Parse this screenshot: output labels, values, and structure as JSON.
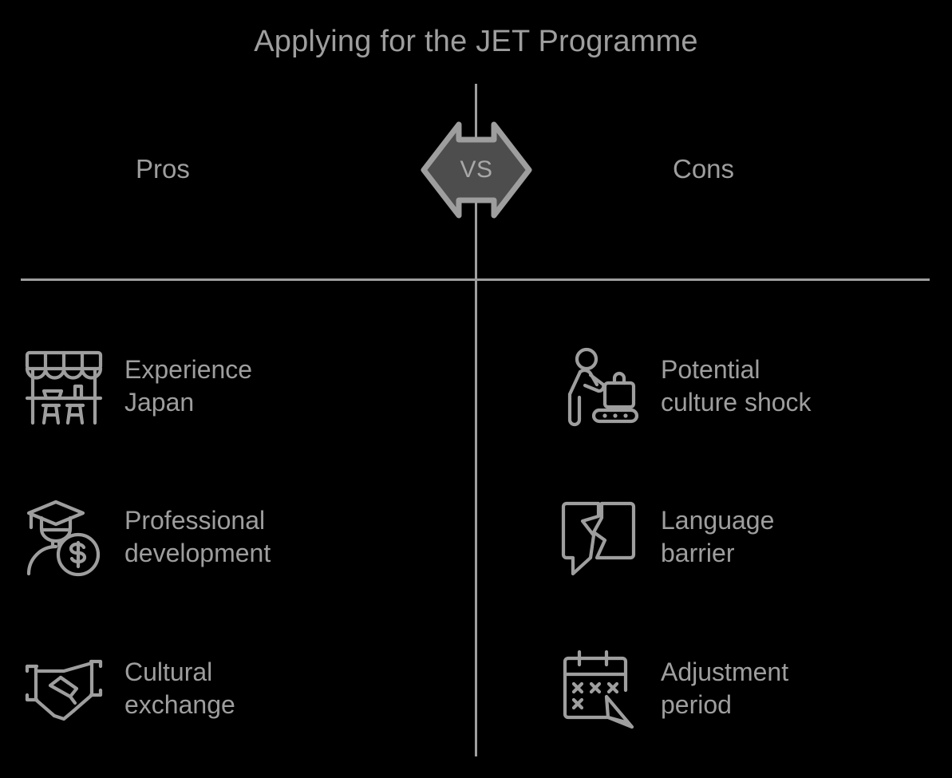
{
  "title": "Applying for the JET Programme",
  "center": {
    "vs_label": "VS",
    "badge_fill": "#4d4d4d",
    "badge_stroke": "#9e9e9e"
  },
  "colors": {
    "background": "#000000",
    "foreground": "#9e9e9e",
    "accent": "#4d4d4d"
  },
  "columns": [
    {
      "id": "pros",
      "heading": "Pros",
      "items": [
        {
          "icon": "market-stall-icon",
          "label": "Experience\nJapan"
        },
        {
          "icon": "graduate-with-coin-icon",
          "label": "Professional\ndevelopment"
        },
        {
          "icon": "handshake-icon",
          "label": "Cultural\nexchange"
        }
      ]
    },
    {
      "id": "cons",
      "heading": "Cons",
      "items": [
        {
          "icon": "traveler-baggage-belt-icon",
          "label": "Potential\nculture shock"
        },
        {
          "icon": "broken-speech-bubble-icon",
          "label": "Language\nbarrier"
        },
        {
          "icon": "calendar-with-pen-icon",
          "label": "Adjustment\nperiod"
        }
      ]
    }
  ]
}
